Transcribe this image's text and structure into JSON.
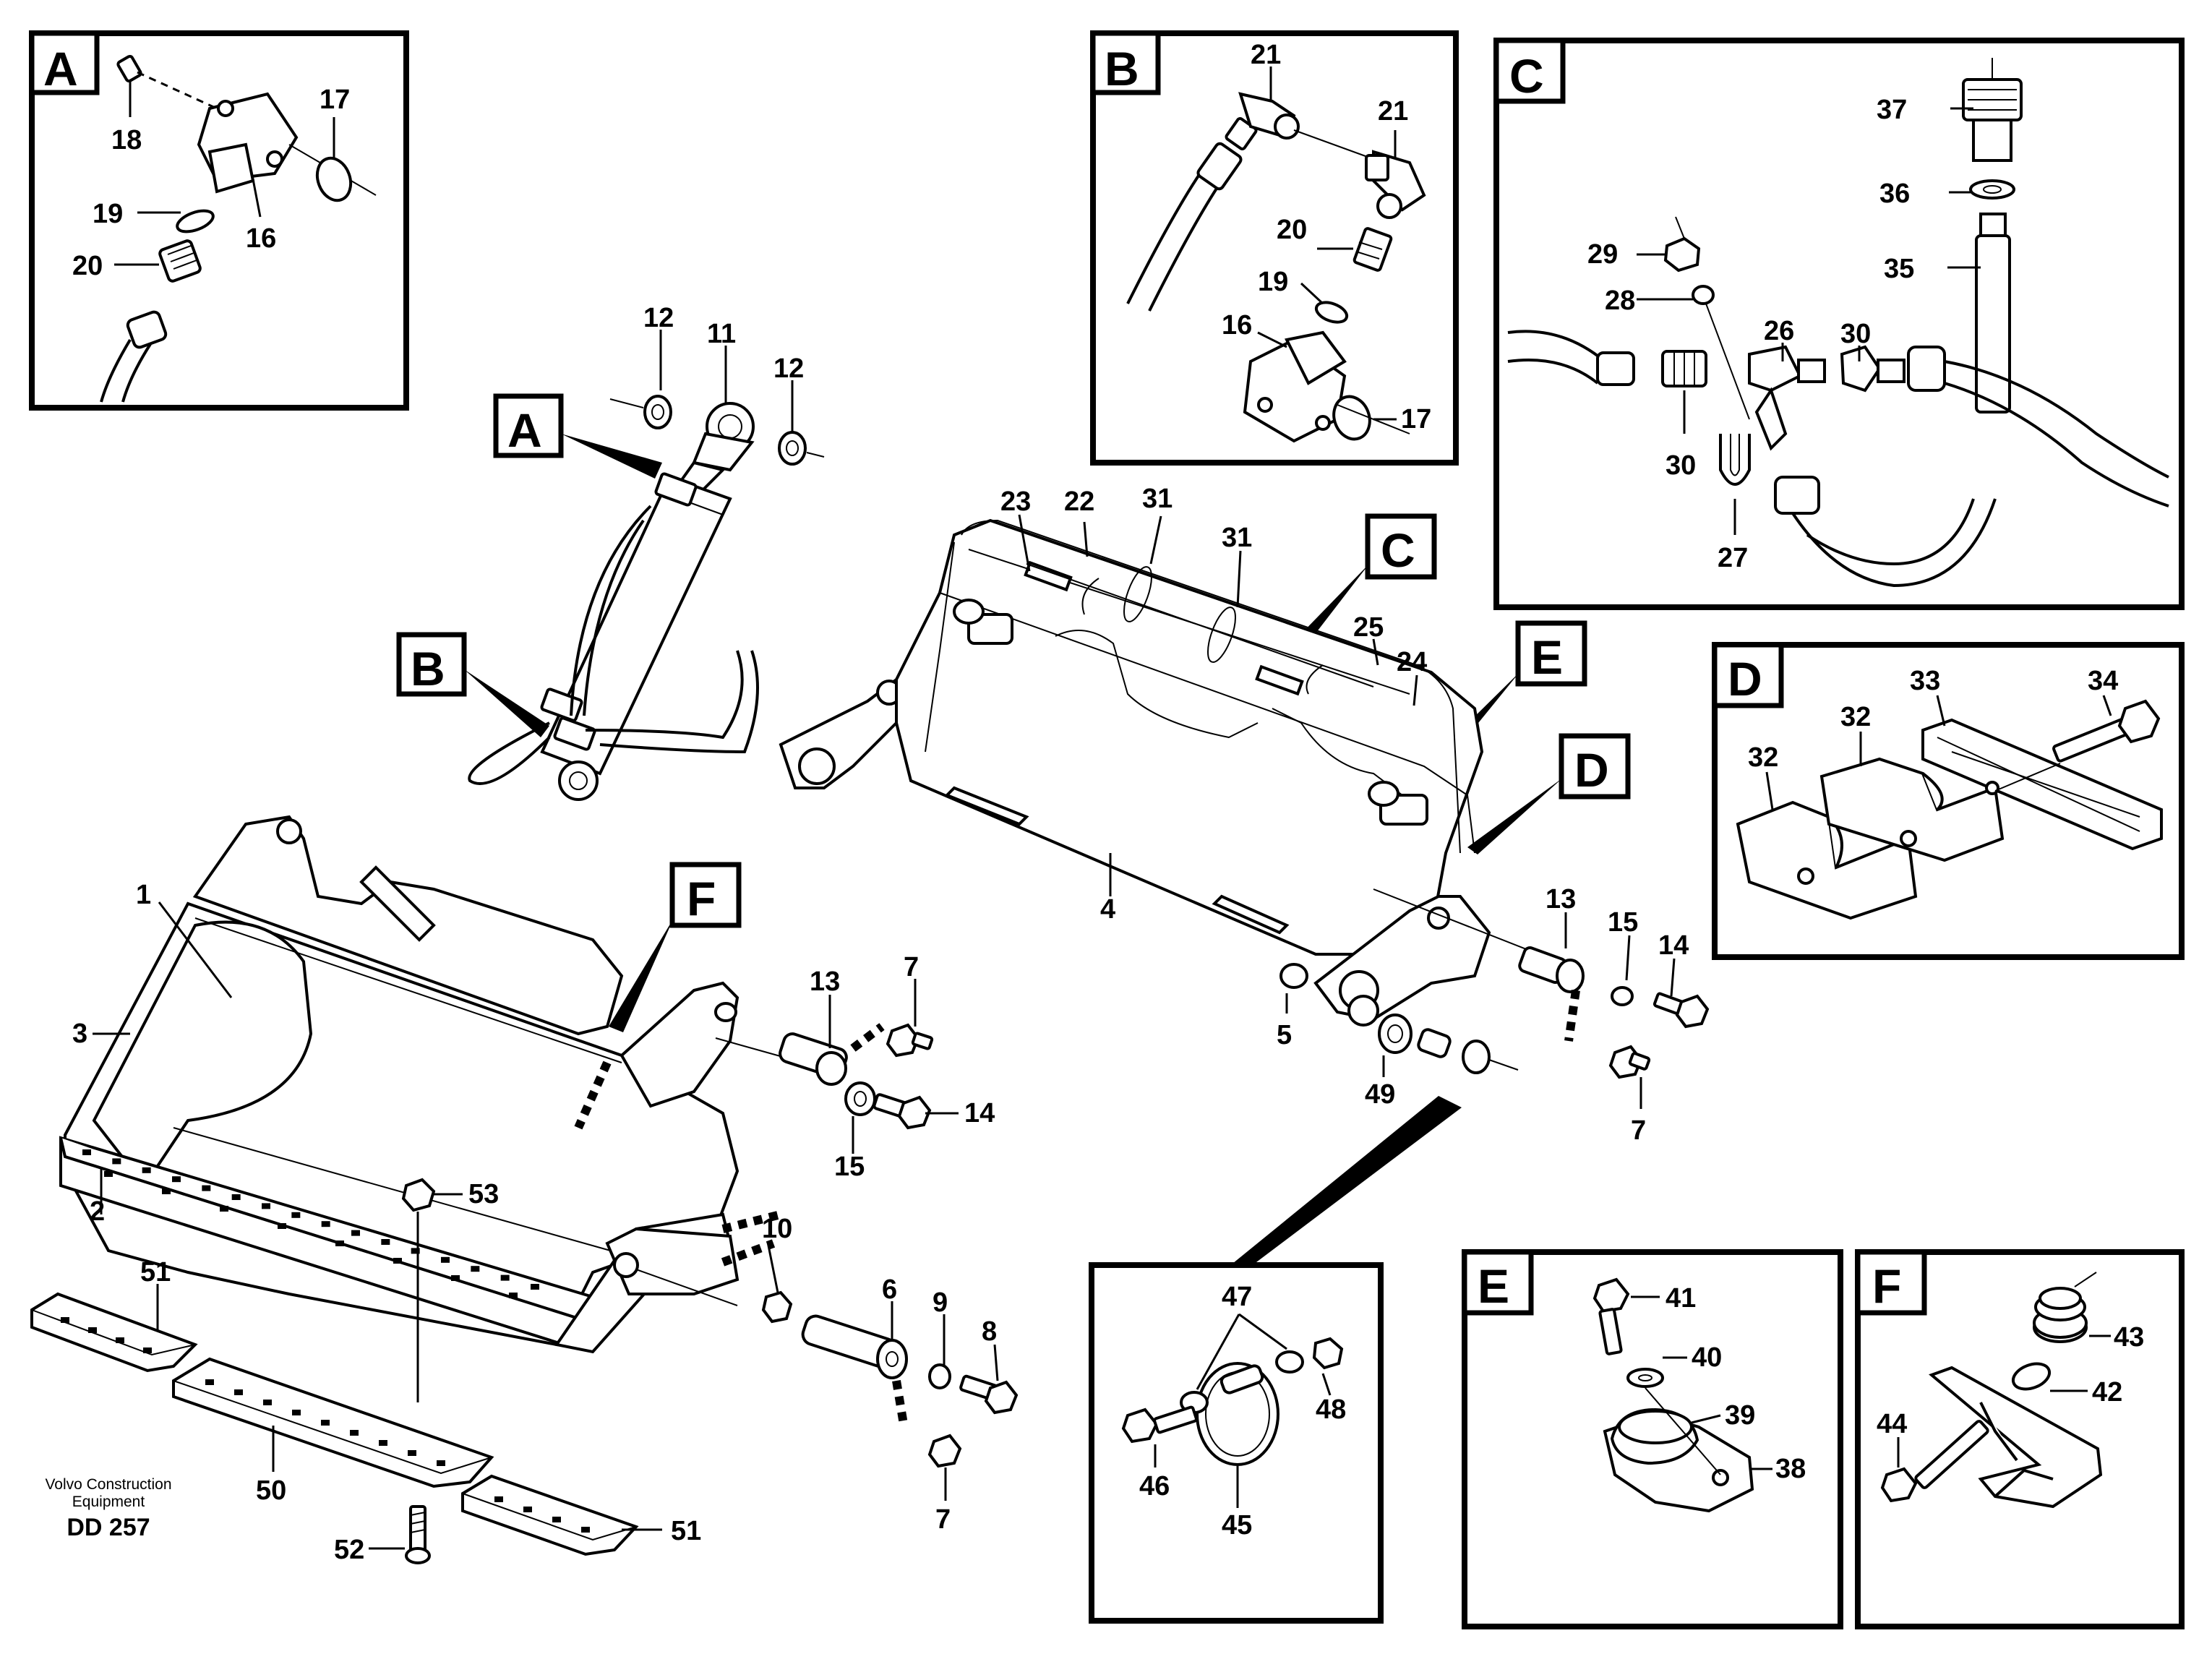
{
  "caption": {
    "line1": "Volvo Construction",
    "line2": "Equipment",
    "code": "DD 257"
  },
  "callouts": {
    "a": "A",
    "b": "B",
    "c": "C",
    "d": "D",
    "e": "E",
    "f": "F"
  },
  "insets": {
    "a": {
      "tag": "A",
      "labels": {
        "p18": "18",
        "p17": "17",
        "p19": "19",
        "p16": "16",
        "p20": "20"
      }
    },
    "b": {
      "tag": "B",
      "labels": {
        "p21a": "21",
        "p21b": "21",
        "p20": "20",
        "p19": "19",
        "p16": "16",
        "p17": "17"
      }
    },
    "c": {
      "tag": "C",
      "labels": {
        "p37": "37",
        "p36": "36",
        "p35": "35",
        "p29": "29",
        "p28": "28",
        "p26": "26",
        "p30a": "30",
        "p30b": "30",
        "p27": "27"
      }
    },
    "d": {
      "tag": "D",
      "labels": {
        "p32a": "32",
        "p32b": "32",
        "p33": "33",
        "p34": "34"
      }
    },
    "e": {
      "tag": "E",
      "labels": {
        "p41": "41",
        "p40": "40",
        "p39": "39",
        "p38": "38"
      }
    },
    "f": {
      "tag": "F",
      "labels": {
        "p43": "43",
        "p42": "42",
        "p44": "44"
      }
    },
    "bolt": {
      "labels": {
        "p47": "47",
        "p48": "48",
        "p46": "46",
        "p45": "45"
      }
    }
  },
  "main": {
    "labels": {
      "p12a": "12",
      "p11": "11",
      "p12b": "12",
      "p23": "23",
      "p22": "22",
      "p31a": "31",
      "p31b": "31",
      "p25": "25",
      "p24": "24",
      "p4": "4",
      "p13a": "13",
      "p15a": "15",
      "p14a": "14",
      "p5": "5",
      "p49": "49",
      "p7a": "7",
      "p1": "1",
      "p3": "3",
      "p2": "2",
      "p53": "53",
      "p13b": "13",
      "p7b": "7",
      "p14b": "14",
      "p15b": "15",
      "p10": "10",
      "p6": "6",
      "p9": "9",
      "p8": "8",
      "p7c": "7",
      "p51a": "51",
      "p50": "50",
      "p52": "52",
      "p51b": "51"
    }
  }
}
